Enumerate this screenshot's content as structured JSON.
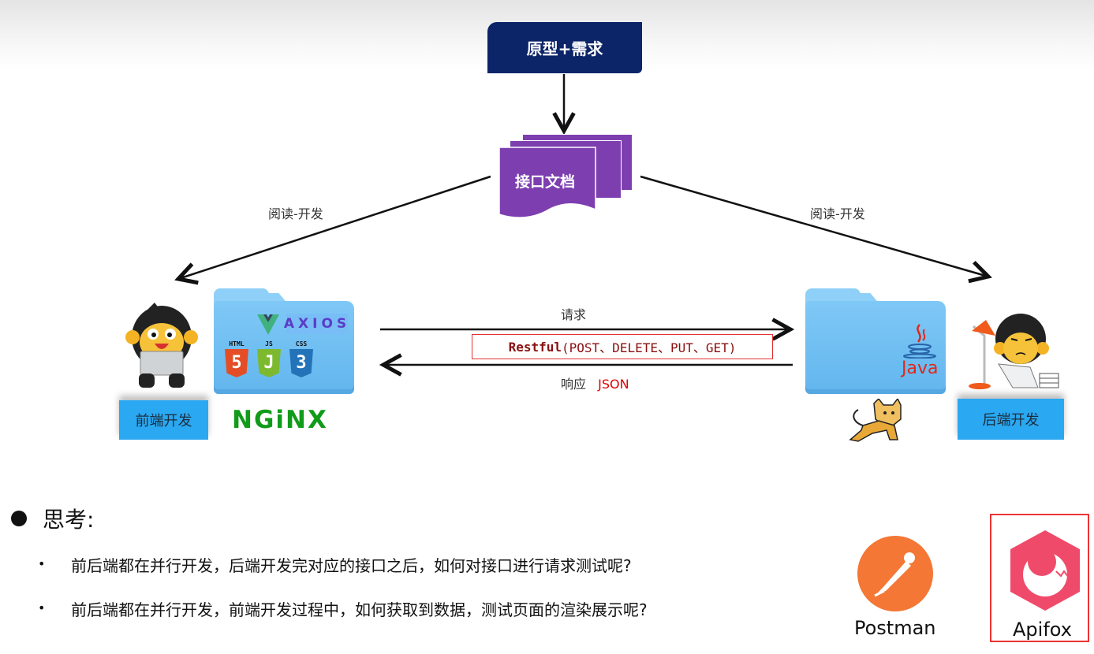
{
  "diagram": {
    "prototype_box": "原型+需求",
    "api_doc_box": "接口文档",
    "left_edge_label": "阅读-开发",
    "right_edge_label": "阅读-开发",
    "frontend": {
      "role_label": "前端开发",
      "tech_icons": [
        "vue-logo",
        "axios-logo",
        "html5-logo",
        "js-logo",
        "css3-logo"
      ],
      "axios_text": "AXIOS",
      "html_caption": "HTML",
      "js_caption": "JS",
      "css_caption": "CSS",
      "html_glyph": "5",
      "js_glyph": "J",
      "css_glyph": "3",
      "server_label": "NGiNX"
    },
    "backend": {
      "role_label": "后端开发",
      "java_text": "Java",
      "server_icon": "tomcat-logo"
    },
    "request_label": "请求",
    "restful_keyword": "Restful",
    "restful_methods": "(POST、DELETE、PUT、GET)",
    "response_label": "响应",
    "response_format": "JSON"
  },
  "thinking": {
    "title": "思考:",
    "questions": [
      "前后端都在并行开发，后端开发完对应的接口之后，如何对接口进行请求测试呢?",
      "前后端都在并行开发，前端开发过程中，如何获取到数据，测试页面的渲染展示呢?"
    ],
    "bullet": "•"
  },
  "tools": [
    {
      "name": "Postman",
      "color": "#f47735"
    },
    {
      "name": "Apifox",
      "color": "#f04a6a",
      "highlighted": true
    }
  ],
  "colors": {
    "prototype_bg": "#0c2468",
    "doc_bg": "#7d3fb0",
    "folder_blue": "#6dbcf1",
    "role_button": "#2aa8f2",
    "highlight_red": "#e23232",
    "nginx_green": "#109b1a"
  }
}
